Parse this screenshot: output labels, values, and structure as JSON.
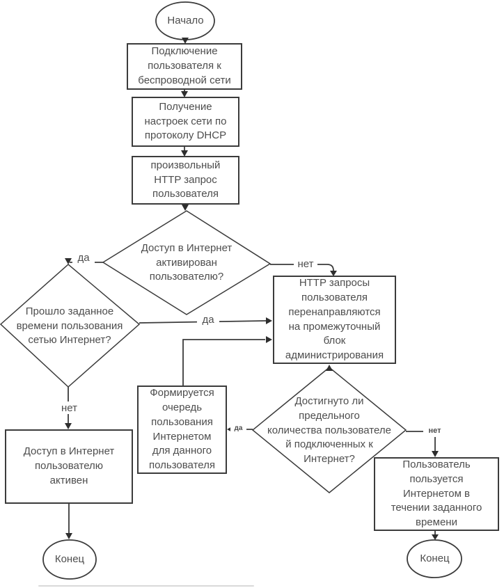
{
  "diagram": {
    "kind": "flowchart",
    "language": "ru",
    "colors": {
      "background": "#ffffff",
      "stroke": "#3b3b3b",
      "text": "#4d4d4d"
    },
    "nodes": {
      "start": {
        "type": "terminator",
        "label": "Начало"
      },
      "connect_user": {
        "type": "process",
        "label": "Подключение\nпользователя к\nбеспроводной сети"
      },
      "dhcp": {
        "type": "process",
        "label": "Получение\nнастроек сети по\nпротоколу DHCP"
      },
      "http_request": {
        "type": "process",
        "label": "произвольный\nHTTP запрос\nпользователя"
      },
      "access_activated": {
        "type": "decision",
        "label": "Доступ в Интернет\nактивирован\nпользователю?"
      },
      "time_elapsed": {
        "type": "decision",
        "label": "Прошло заданное\nвремени пользования\nсетью Интернет?"
      },
      "redirect": {
        "type": "process",
        "label": "HTTP запросы\nпользователя\nперенаправляются\nна промежуточный\nблок\nадминистрирования"
      },
      "access_active": {
        "type": "process",
        "label": "Доступ в Интернет\nпользователю\nактивен"
      },
      "queue": {
        "type": "process",
        "label": "Формируется\nочередь\nпользования\nИнтернетом\nдля данного\nпользователя"
      },
      "limit_reached": {
        "type": "decision",
        "label": "Достигнуто ли\nпредельного\nколичества пользователе\nй подключенных к\nИнтернет?"
      },
      "use_internet": {
        "type": "process",
        "label": "Пользователь\nпользуется\nИнтернетом в\nтечении заданного\nвремени"
      },
      "end_left": {
        "type": "terminator",
        "label": "Конец"
      },
      "end_right": {
        "type": "terminator",
        "label": "Конец"
      }
    },
    "edge_labels": {
      "d1_yes": "да",
      "d1_no": "нет",
      "d2_yes": "да",
      "d2_no": "нет",
      "d3_yes": "да",
      "d3_no": "нет"
    }
  }
}
